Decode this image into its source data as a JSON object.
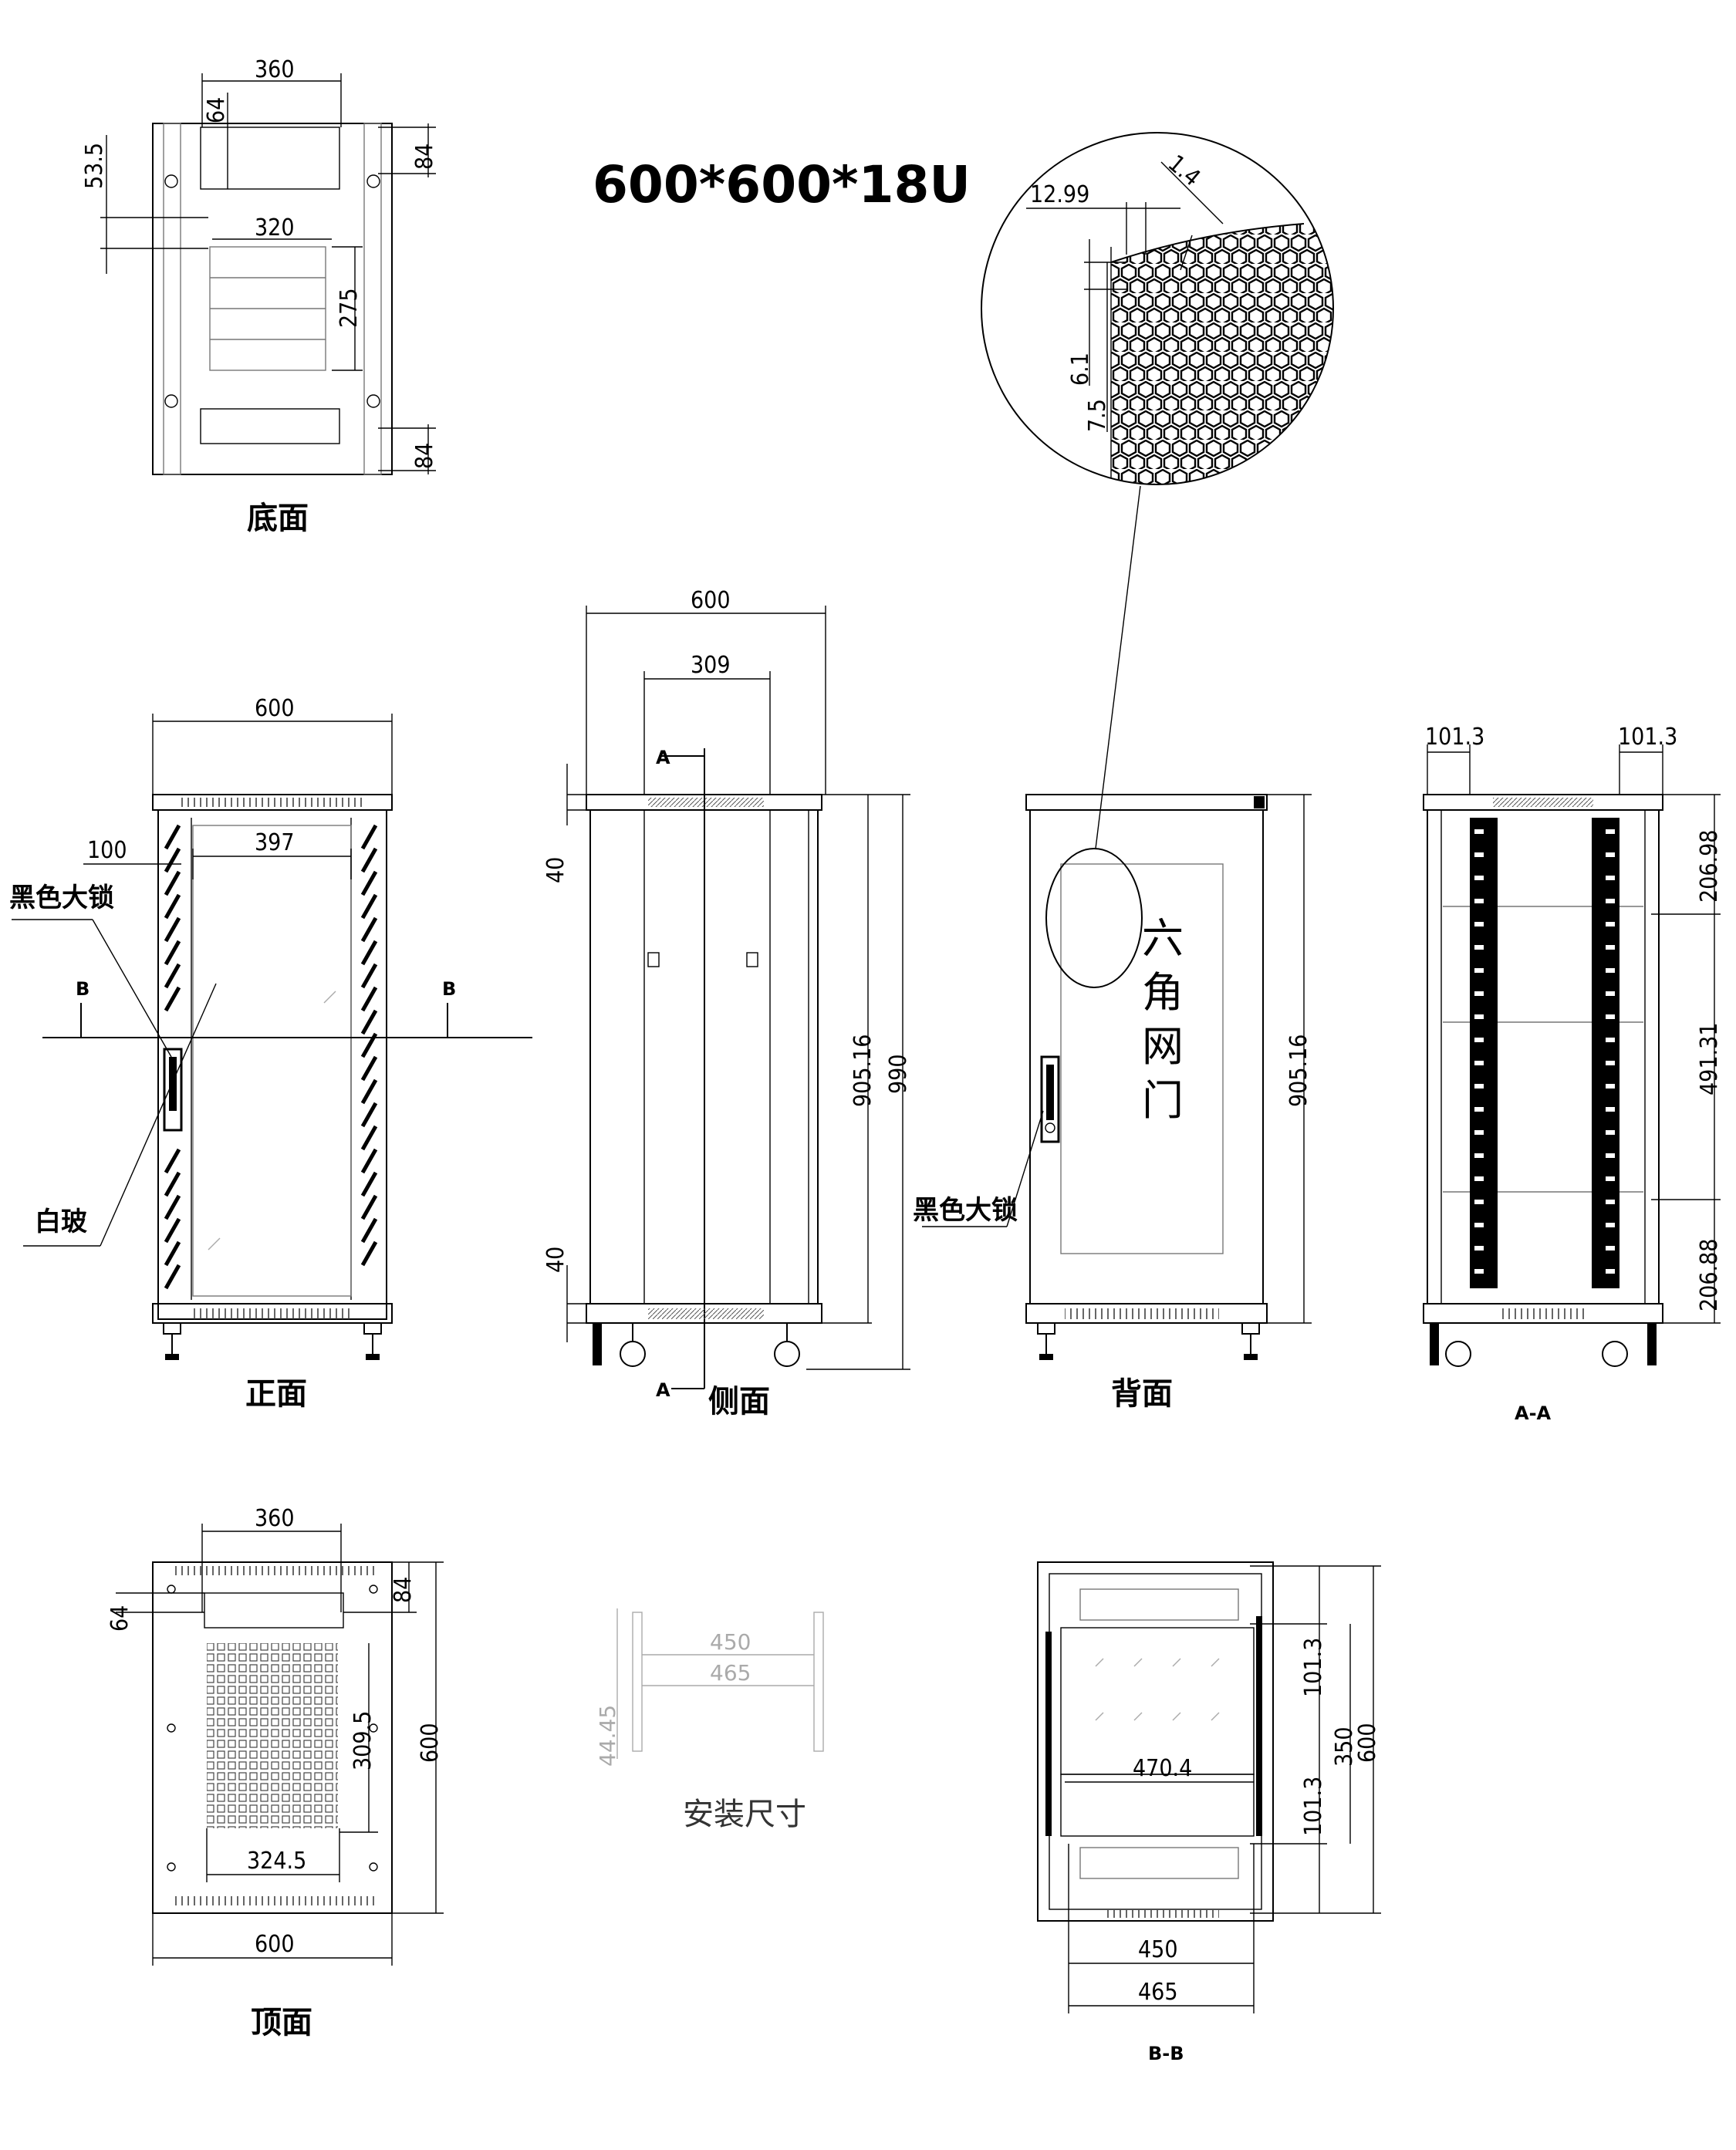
{
  "title": "600*600*18U",
  "views": {
    "bottom": {
      "label": "底面",
      "dims": {
        "w360": "360",
        "d64": "64",
        "d53": "53.5",
        "d84a": "84",
        "w320": "320",
        "h275": "275",
        "d84b": "84"
      }
    },
    "front": {
      "label": "正面",
      "dims": {
        "w600": "600",
        "w100": "100",
        "w397": "397"
      },
      "notes": {
        "lock": "黑色大锁",
        "glass": "白玻"
      },
      "section": "B"
    },
    "side": {
      "label": "侧面",
      "dims": {
        "w600": "600",
        "w309": "309",
        "h40a": "40",
        "h40b": "40",
        "h905": "905.16",
        "h990": "990"
      },
      "section": "A"
    },
    "back": {
      "label": "背面",
      "dims": {
        "h905": "905.16"
      },
      "notes": {
        "lock": "黑色大锁"
      },
      "door_text": [
        "六",
        "角",
        "网",
        "门"
      ]
    },
    "detail": {
      "dims": {
        "d1299": "12.99",
        "d14": "1.4",
        "d61": "6.1",
        "d75": "7.5"
      }
    },
    "section_aa": {
      "label": "A-A",
      "dims": {
        "w101a": "101.3",
        "w101b": "101.3",
        "h206a": "206.98",
        "h491": "491.31",
        "h206b": "206.88"
      }
    },
    "top": {
      "label": "顶面",
      "dims": {
        "w360": "360",
        "d64": "64",
        "d84": "84",
        "h3095": "309.5",
        "w3245": "324.5",
        "h600": "600",
        "w600": "600"
      }
    },
    "mount": {
      "label": "安装尺寸",
      "dims": {
        "w450": "450",
        "w465": "465",
        "h4445": "44.45"
      }
    },
    "section_bb": {
      "label": "B-B",
      "dims": {
        "h101a": "101.3",
        "h350": "350",
        "h600": "600",
        "h101b": "101.3",
        "w4704": "470.4",
        "w450": "450",
        "w465": "465"
      }
    }
  }
}
